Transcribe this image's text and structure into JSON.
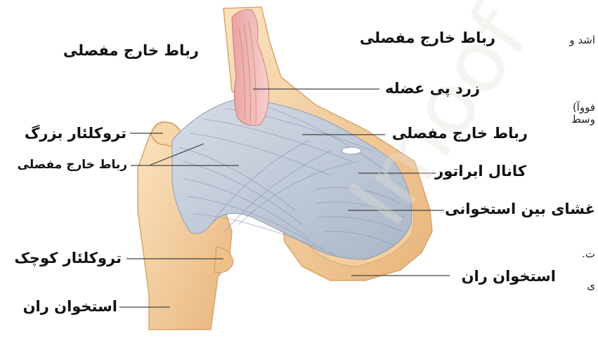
{
  "labels": {
    "ligament_top_left": "رباط خارج مفصلی",
    "ligament_top_right": "رباط خارج مفصلی",
    "tendon": "زرد پی عضله",
    "greater_trochanter": "تروکلئار بزرگ",
    "ligament_right_middle": "رباط خارج مفصلی",
    "ligament_left_middle": "رباط خارج مفصلی",
    "obturator_canal": "کانال ابراتور",
    "interosseous_membrane": "غشای بین استخوانی",
    "lesser_trochanter": "تروکلئار کوچک",
    "femur_right": "استخوان ران",
    "femur_left": "استخوان ران"
  },
  "side_text": [
    "اشد و",
    "فووآ)",
    "وسط",
    "ت.",
    "ی"
  ],
  "colors": {
    "bone": "#f6d3a2",
    "bone_dark": "#e2ae73",
    "ligament": "#c3ccd9",
    "ligament_line": "#8e9bb0",
    "tendon": "#f0b7b5",
    "leader": "#444444"
  }
}
